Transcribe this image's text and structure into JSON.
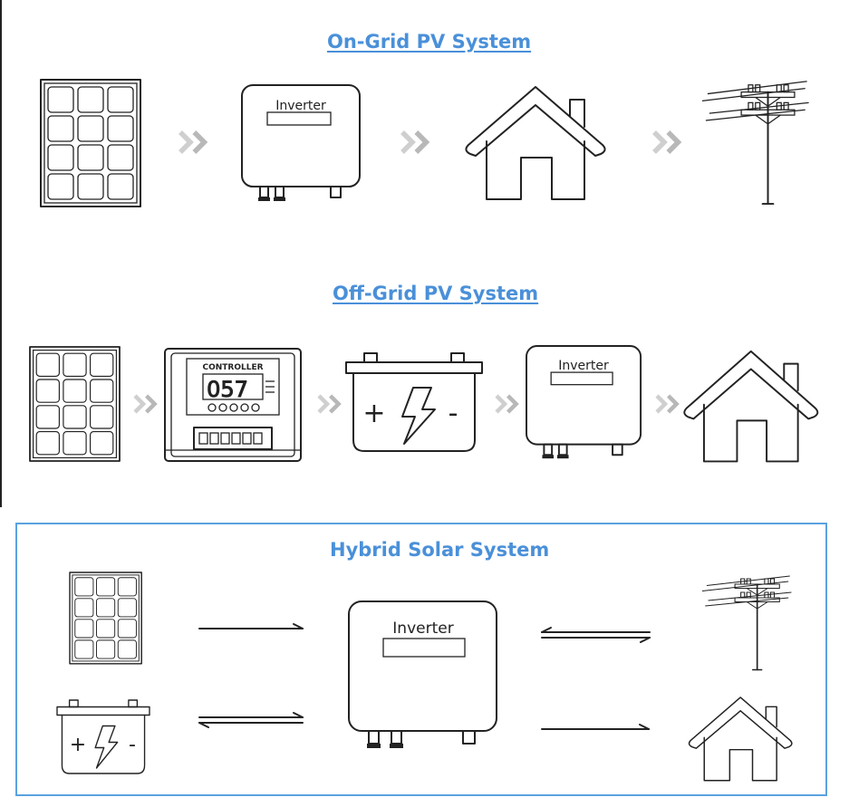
{
  "sections": {
    "on_grid": {
      "title": "On-Grid PV System"
    },
    "off_grid": {
      "title": "Off-Grid PV System"
    },
    "hybrid": {
      "title": "Hybrid Solar System"
    }
  },
  "labels": {
    "inverter": "Inverter",
    "controller": "CONTROLLER",
    "controller_display": "057",
    "battery_plus": "+",
    "battery_minus": "-"
  },
  "icons": [
    "solar-panel-icon",
    "inverter-icon",
    "house-icon",
    "power-pole-icon",
    "charge-controller-icon",
    "battery-icon",
    "chevron-arrow-icon",
    "flow-arrow-icon"
  ],
  "colors": {
    "accent": "#4a90d9",
    "ink": "#222222",
    "arrow_grey": "#cfcfcf"
  }
}
